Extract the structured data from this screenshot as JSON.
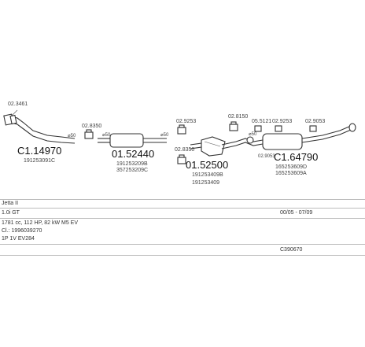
{
  "parts": [
    {
      "id": "p1",
      "number": "C1.14970",
      "sub": "191253091C"
    },
    {
      "id": "p2",
      "number": "01.52440",
      "sub": "191253209B",
      "sub2": "357253209C"
    },
    {
      "id": "p3",
      "number": "01.52500",
      "sub": "191253409B",
      "sub2": "191253409"
    },
    {
      "id": "p4",
      "number": "C1.64790",
      "sub": "165253609D",
      "sub2": "165253609A"
    }
  ],
  "small_labels": {
    "clamp1": "02.3461",
    "clamp2": "02.8350",
    "clamp3": "02.9253",
    "clamp4": "02.8150",
    "clamp5": "02.8350",
    "clamp6": "05.5121",
    "clamp7": "02.9253",
    "clamp8": "02.9053",
    "clamp9": "02.9053"
  },
  "dim_labels": {
    "d1": "⌀50",
    "d2": "⌀50",
    "d3": "⌀50",
    "d4": "⌀50"
  },
  "spec": {
    "model": "Jetta II",
    "engine": "1.0i GT",
    "engine_date": "00/05 - 07/09",
    "power": "1781 cc, 112 HP, 82 kW M5 EV",
    "code": "Cl.: 1996039270",
    "type": "1P 1V EV284",
    "ref": "C390670"
  }
}
